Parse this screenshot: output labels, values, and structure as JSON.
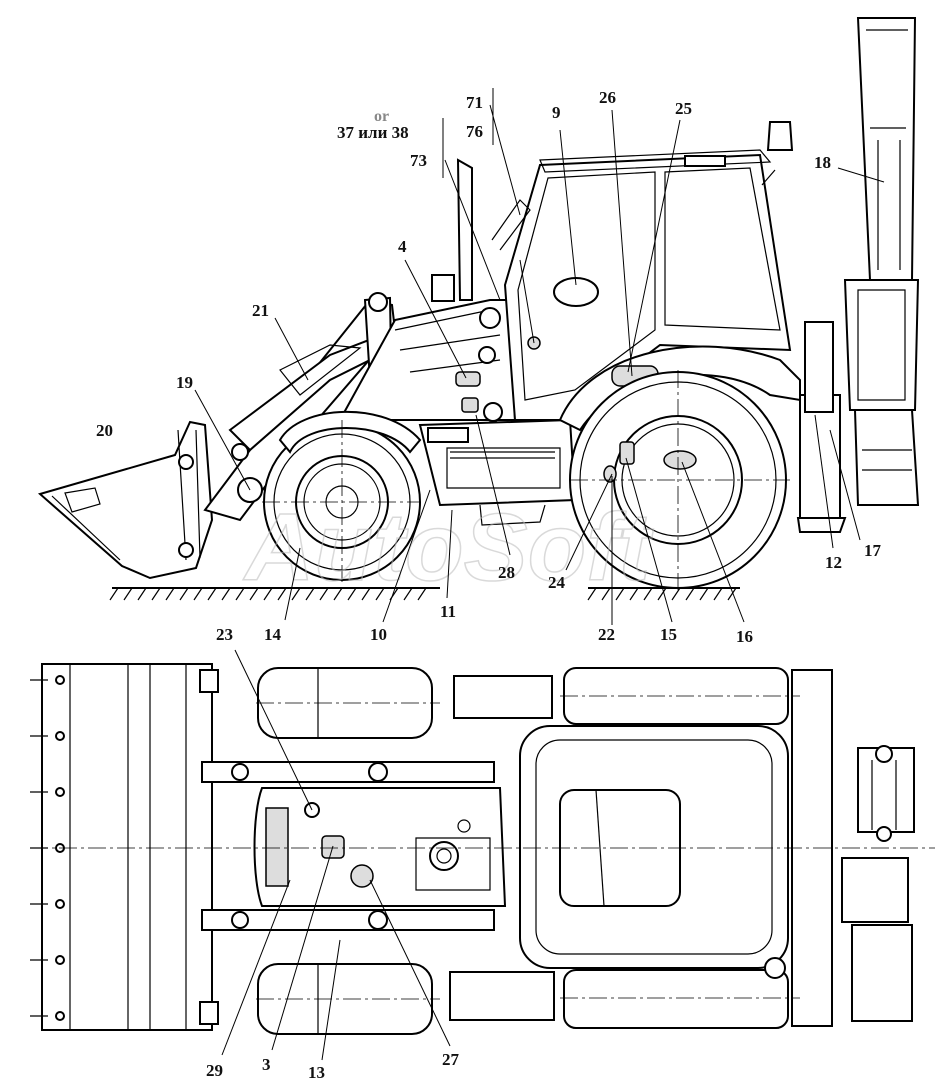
{
  "figure": {
    "watermark": "AutoSoft",
    "or_text": "or",
    "labels": {
      "l71": "71",
      "l76": "76",
      "l9": "9",
      "l26": "26",
      "l25": "25",
      "l37_38": "37 или 38",
      "l73": "73",
      "l18": "18",
      "l4": "4",
      "l21": "21",
      "l19": "19",
      "l20": "20",
      "l28": "28",
      "l24": "24",
      "l12": "12",
      "l17": "17",
      "l14": "14",
      "l10": "10",
      "l11": "11",
      "l22": "22",
      "l15": "15",
      "l16": "16",
      "l23": "23",
      "l29": "29",
      "l3": "3",
      "l13": "13",
      "l27": "27"
    }
  }
}
